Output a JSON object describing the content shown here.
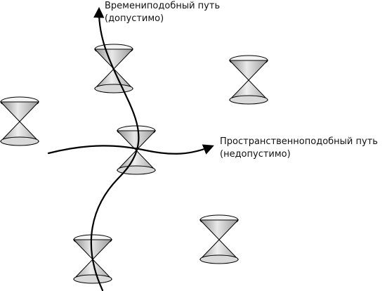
{
  "labels": {
    "timelike_title": "Времениподобный путь",
    "timelike_note": "(допустимо)",
    "spacelike_title": "Пространственноподобный путь",
    "spacelike_note": "(недопустимо)"
  },
  "cones": [
    {
      "id": "cone-top-middle",
      "on_path": true
    },
    {
      "id": "cone-top-right",
      "on_path": false
    },
    {
      "id": "cone-left",
      "on_path": false
    },
    {
      "id": "cone-center",
      "on_path": true
    },
    {
      "id": "cone-bottom-right",
      "on_path": false
    },
    {
      "id": "cone-bottom-left",
      "on_path": true
    }
  ],
  "colors": {
    "stroke": "#000000",
    "cone_dark": "#8f8f8f",
    "cone_mid": "#c9c9c9",
    "cone_light": "#f2f2f2",
    "text": "#111111"
  }
}
